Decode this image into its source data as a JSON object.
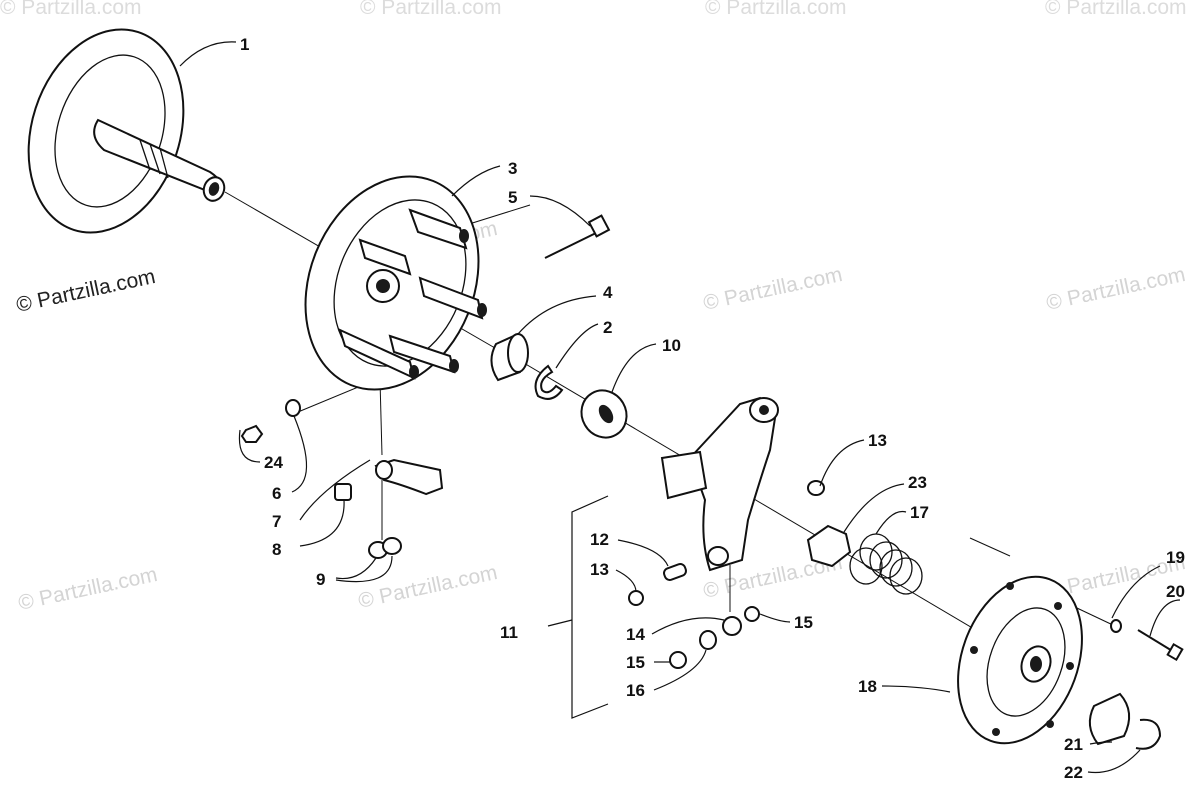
{
  "watermarks": {
    "main": "© Partzilla.com",
    "faint": "© Partzilla.com",
    "top": "© Partzilla.com"
  },
  "callouts": {
    "c1": "1",
    "c2": "2",
    "c3": "3",
    "c4": "4",
    "c5": "5",
    "c6": "6",
    "c7": "7",
    "c8": "8",
    "c9": "9",
    "c10": "10",
    "c11": "11",
    "c12": "12",
    "c13a": "13",
    "c13b": "13",
    "c14": "14",
    "c15a": "15",
    "c15b": "15",
    "c16": "16",
    "c17": "17",
    "c18": "18",
    "c19": "19",
    "c20": "20",
    "c21": "21",
    "c22": "22",
    "c23": "23",
    "c24": "24"
  }
}
